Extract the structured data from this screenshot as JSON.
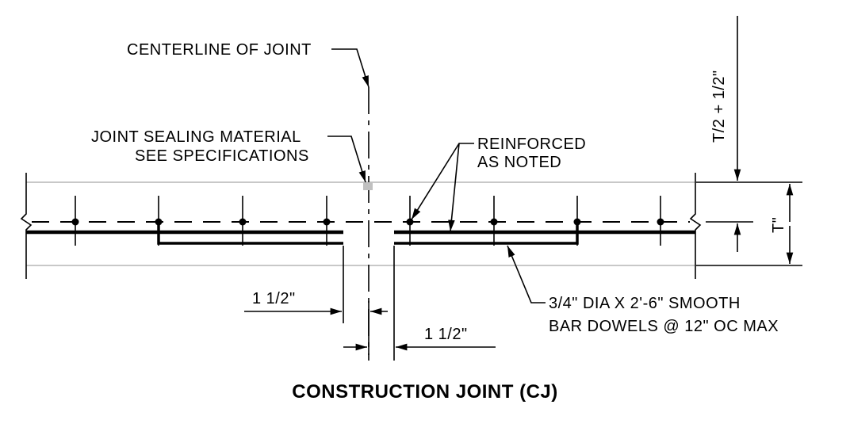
{
  "labels": {
    "centerline": "CENTERLINE OF JOINT",
    "sealing_line1": "JOINT SEALING MATERIAL",
    "sealing_line2": "SEE SPECIFICATIONS",
    "reinforced_line1": "REINFORCED",
    "reinforced_line2": "AS NOTED",
    "dowel_line1": "3/4\" DIA X 2'-6\" SMOOTH",
    "dowel_line2": "BAR DOWELS @ 12\" OC MAX",
    "dim_left": "1 1/2\"",
    "dim_right": "1 1/2\"",
    "dim_top": "T/2 + 1/2\"",
    "dim_thickness": "T\"",
    "title": "CONSTRUCTION JOINT (CJ)"
  },
  "colors": {
    "line": "#000000",
    "slab_outline": "#b5b5b5",
    "sealant": "#c0c0c0"
  }
}
